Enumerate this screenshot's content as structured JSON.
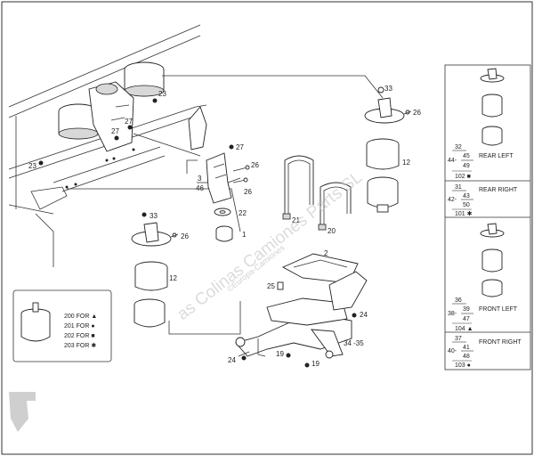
{
  "callouts": {
    "c23a": "23",
    "c23b": "23",
    "c27a": "27",
    "c27b": "27",
    "c33a": "33",
    "c26a": "26",
    "c12a": "12",
    "c27c": "27",
    "c26b": "26",
    "c26c": "26",
    "c3": "3",
    "c46": "46",
    "c22": "22",
    "c1": "1",
    "c21": "21",
    "c20": "20",
    "c2": "2",
    "c33b": "33",
    "c26d": "26",
    "c12b": "12",
    "c25": "25",
    "c24a": "24",
    "c24b": "24",
    "c19a": "19",
    "c19b": "19",
    "c3435": "34 -35"
  },
  "legend": {
    "rows": [
      {
        "num": "200",
        "text": "FOR",
        "symbol": "▲"
      },
      {
        "num": "201",
        "text": "FOR",
        "symbol": "●"
      },
      {
        "num": "202",
        "text": "FOR",
        "symbol": "■"
      },
      {
        "num": "203",
        "text": "FOR",
        "symbol": "✱"
      }
    ]
  },
  "sidebar": {
    "rear_left": {
      "a": "32",
      "b": "44-",
      "c": "45",
      "d": "49",
      "e": "102",
      "sym": "■",
      "label": "REAR LEFT"
    },
    "rear_right": {
      "a": "31",
      "b": "42-",
      "c": "43",
      "d": "50",
      "e": "101",
      "sym": "✱",
      "label": "REAR RIGHT"
    },
    "front_left": {
      "a": "36",
      "b": "38-",
      "c": "39",
      "d": "47",
      "e": "104",
      "sym": "▲",
      "label": "FRONT LEFT"
    },
    "front_right": {
      "a": "37",
      "b": "40-",
      "c": "41",
      "d": "48",
      "e": "103",
      "sym": "●",
      "label": "FRONT RIGHT"
    }
  },
  "watermark": {
    "main": "as Colinas Camiones Parts SL",
    "sub": "©Europa-Camiones"
  }
}
